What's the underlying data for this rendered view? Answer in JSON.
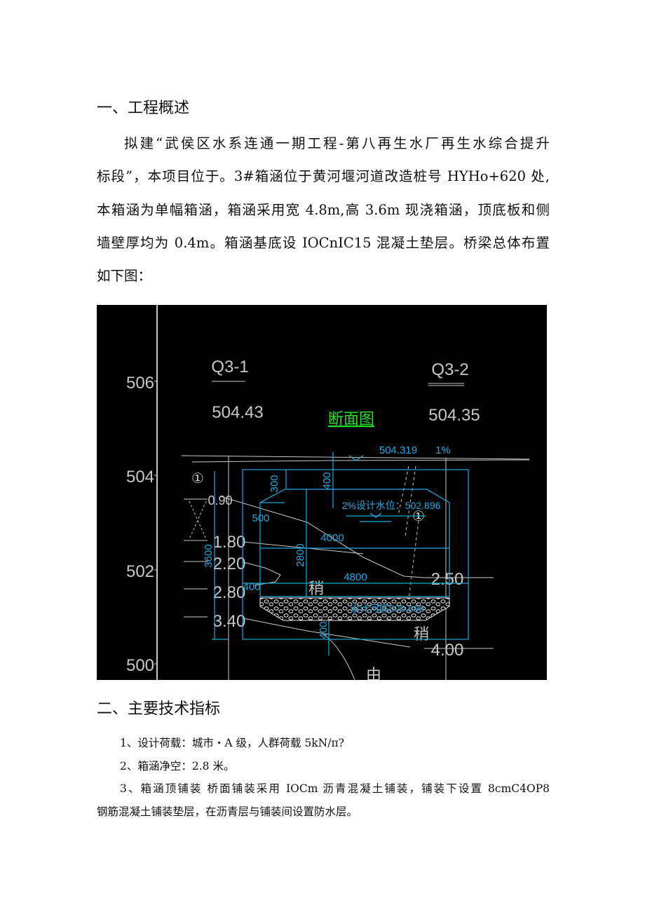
{
  "section1": {
    "heading": "一、工程概述",
    "lines": [
      "拟建“武侯区水系连通一期工程-第八再生水厂再生水综合提升",
      "标段”，本项目位于。3#箱涵位于黄河堰河道改造桩号 HYHo+620 处,",
      "本箱涵为单幅箱涵，箱涵采用宽 4.8m,高 3.6m 现浇箱涵，顶底板和侧",
      "墙壁厚均为 0.4m。箱涵基底设 IOCnIC15 混凝土垫层。桥梁总体布置",
      "如下图："
    ]
  },
  "figure": {
    "title": "断面图",
    "elev_ticks": [
      "506",
      "504",
      "502",
      "500"
    ],
    "boreholes": [
      {
        "id": "Q3-1",
        "elev": "504.43"
      },
      {
        "id": "Q3-2",
        "elev": "504.35"
      }
    ],
    "road_elev": "504.319",
    "slope": "1%",
    "water_level": "2%设计水位：502.896",
    "river_bed": "设计河底500.696",
    "dims": {
      "top_fill": "400",
      "haunch_v": "300",
      "haunch_h": "500",
      "inner_width": "4000",
      "inner_height": "2800",
      "outer_height": "3600",
      "outer_width": "4800",
      "wall": "400",
      "bottom": "400"
    },
    "left_depths": [
      "0.90",
      "1.80",
      "2.20",
      "2.80",
      "3.40"
    ],
    "right_depths": [
      "2.50",
      "4.00"
    ],
    "layer_marks": [
      "①",
      "①"
    ],
    "soil_chars": [
      "稍",
      "稍",
      "由"
    ],
    "colors": {
      "background": "#000000",
      "cad_blue": "#1fa8e0",
      "title_green": "#22e020",
      "grey": "#c8c8c8"
    }
  },
  "section2": {
    "heading": "二、主要技术指标",
    "lines": [
      "1、设计荷载：城市・A 级，人群荷载 5kN/π?",
      "2、箱涵净空：2.8 米。",
      "3、箱涵顶铺装 桥面铺装采用 IOCm 沥青混凝土铺装，铺装下设置 8cmC4OP8",
      "钢筋混凝土铺装垫层，在沥青层与铺装间设置防水层。"
    ]
  }
}
